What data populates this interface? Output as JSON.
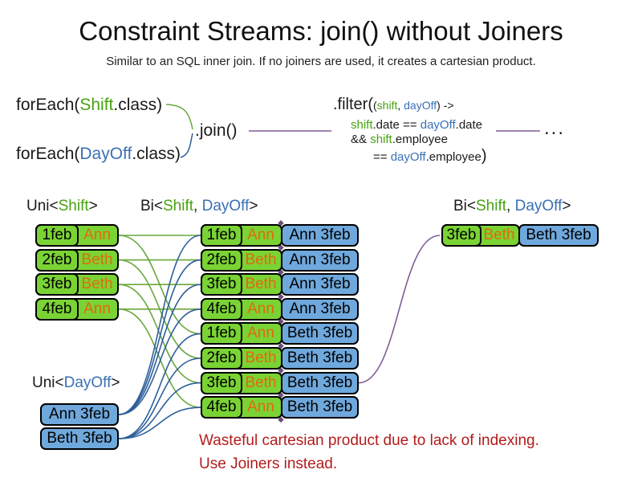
{
  "title": "Constraint Streams: join() without Joiners",
  "subtitle": "Similar to an SQL inner join. If no joiners are used, it creates a cartesian product.",
  "colors": {
    "green_fill": "#7ad334",
    "blue_fill": "#6fa8dc",
    "green_text": "#48a211",
    "blue_text": "#3a70b5",
    "orange_text": "#e2690b",
    "red_text": "#b21c1c",
    "line_green": "#69a83c",
    "line_blue": "#2e5f9b",
    "purple": "#7e5d98",
    "diamond": "#6a4d78"
  },
  "code": {
    "foreach_shift": [
      {
        "t": "forEach(",
        "c": "k"
      },
      {
        "t": "Shift",
        "c": "g"
      },
      {
        "t": ".class)",
        "c": "k"
      }
    ],
    "foreach_dayoff": [
      {
        "t": "forEach(",
        "c": "k"
      },
      {
        "t": "DayOff",
        "c": "b"
      },
      {
        "t": ".class)",
        "c": "k"
      }
    ],
    "join_label": ".join()",
    "ellipsis": "...",
    "filter_line1": [
      {
        "t": ".filter(",
        "c": "k",
        "lg": true
      },
      {
        "t": "(",
        "c": "k"
      },
      {
        "t": "shift",
        "c": "g"
      },
      {
        "t": ", ",
        "c": "k"
      },
      {
        "t": "dayOff",
        "c": "b"
      },
      {
        "t": ") ->",
        "c": "k"
      }
    ],
    "filter_line2": [
      {
        "t": "shift",
        "c": "g"
      },
      {
        "t": ".date == ",
        "c": "k"
      },
      {
        "t": "dayOff",
        "c": "b"
      },
      {
        "t": ".date",
        "c": "k"
      }
    ],
    "filter_line3": [
      {
        "t": "&& ",
        "c": "k"
      },
      {
        "t": "shift",
        "c": "g"
      },
      {
        "t": ".employee",
        "c": "k"
      }
    ],
    "filter_line4": [
      {
        "t": "== ",
        "c": "k"
      },
      {
        "t": "dayOff",
        "c": "b"
      },
      {
        "t": ".employee",
        "c": "k"
      },
      {
        "t": ")",
        "c": "k",
        "lg": true
      }
    ]
  },
  "labels": {
    "uni_shift": [
      {
        "t": "Uni<",
        "c": "k"
      },
      {
        "t": "Shift",
        "c": "g"
      },
      {
        "t": ">",
        "c": "k"
      }
    ],
    "bi_shift_dayoff_mid": [
      {
        "t": "Bi<",
        "c": "k"
      },
      {
        "t": "Shift",
        "c": "g"
      },
      {
        "t": ", ",
        "c": "k"
      },
      {
        "t": "DayOff",
        "c": "b"
      },
      {
        "t": ">",
        "c": "k"
      }
    ],
    "bi_shift_dayoff_right": [
      {
        "t": "Bi<",
        "c": "k"
      },
      {
        "t": "Shift",
        "c": "g"
      },
      {
        "t": ", ",
        "c": "k"
      },
      {
        "t": "DayOff",
        "c": "b"
      },
      {
        "t": ">",
        "c": "k"
      }
    ],
    "uni_dayoff": [
      {
        "t": "Uni<",
        "c": "k"
      },
      {
        "t": "DayOff",
        "c": "b"
      },
      {
        "t": ">",
        "c": "k"
      }
    ]
  },
  "shifts": [
    {
      "date": "1feb",
      "name": "Ann"
    },
    {
      "date": "2feb",
      "name": "Beth"
    },
    {
      "date": "3feb",
      "name": "Beth"
    },
    {
      "date": "4feb",
      "name": "Ann"
    }
  ],
  "dayoffs": [
    "Ann 3feb",
    "Beth 3feb"
  ],
  "combos": [
    {
      "date": "1feb",
      "name": "Ann",
      "dayoff": "Ann 3feb"
    },
    {
      "date": "2feb",
      "name": "Beth",
      "dayoff": "Ann 3feb"
    },
    {
      "date": "3feb",
      "name": "Beth",
      "dayoff": "Ann 3feb"
    },
    {
      "date": "4feb",
      "name": "Ann",
      "dayoff": "Ann 3feb"
    },
    {
      "date": "1feb",
      "name": "Ann",
      "dayoff": "Beth 3feb"
    },
    {
      "date": "2feb",
      "name": "Beth",
      "dayoff": "Beth 3feb"
    },
    {
      "date": "3feb",
      "name": "Beth",
      "dayoff": "Beth 3feb"
    },
    {
      "date": "4feb",
      "name": "Ann",
      "dayoff": "Beth 3feb"
    }
  ],
  "result": {
    "date": "3feb",
    "name": "Beth",
    "dayoff": "Beth 3feb"
  },
  "note_lines": [
    "Wasteful cartesian product due to lack of indexing.",
    "Use Joiners instead."
  ],
  "connections": {
    "shift_to_combo": [
      [
        0,
        0
      ],
      [
        0,
        4
      ],
      [
        1,
        1
      ],
      [
        1,
        5
      ],
      [
        2,
        2
      ],
      [
        2,
        6
      ],
      [
        3,
        3
      ],
      [
        3,
        7
      ]
    ],
    "dayoff_to_combo": [
      [
        0,
        0
      ],
      [
        0,
        1
      ],
      [
        0,
        2
      ],
      [
        0,
        3
      ],
      [
        1,
        4
      ],
      [
        1,
        5
      ],
      [
        1,
        6
      ],
      [
        1,
        7
      ]
    ],
    "combo_to_result": 6
  }
}
